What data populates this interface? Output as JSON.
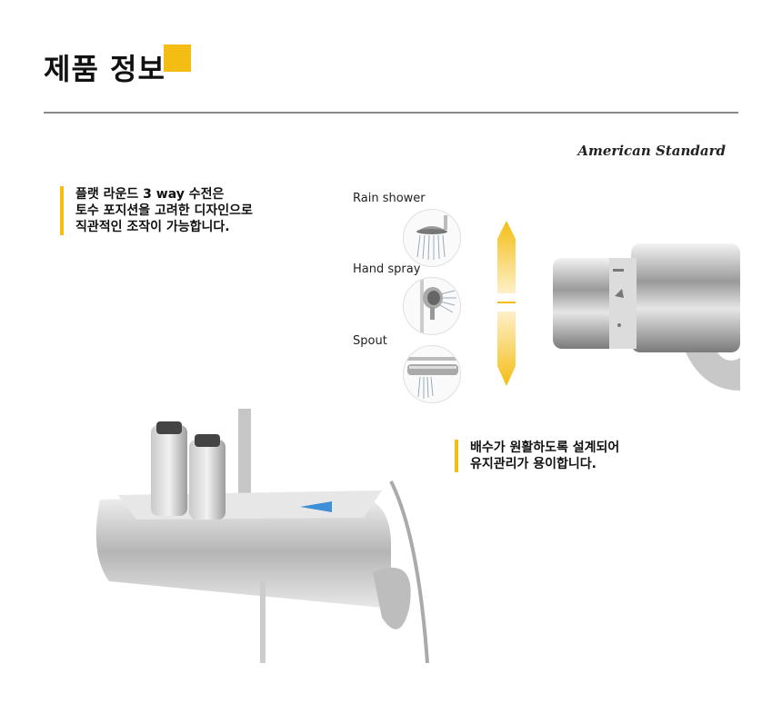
{
  "page": {
    "title": "제품 정보",
    "brand": "American Standard"
  },
  "callouts": [
    {
      "lines": [
        "플랫 라운드 3 way 수전은",
        "토수 포지션을 고려한 디자인으로",
        "직관적인 조작이 가능합니다."
      ]
    },
    {
      "lines": [
        "배수가 원활하도록 설계되어",
        "유지관리가 용이합니다."
      ]
    }
  ],
  "modes": [
    {
      "label": "Rain shower",
      "icon": "rain-shower-icon"
    },
    {
      "label": "Hand spray",
      "icon": "hand-spray-icon"
    },
    {
      "label": "Spout",
      "icon": "spout-icon"
    }
  ],
  "colors": {
    "accent": "#f4bd14",
    "rule": "#888888"
  }
}
